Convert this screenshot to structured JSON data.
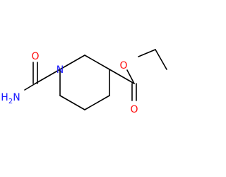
{
  "molecule": {
    "atoms": {
      "ring_nitrogen": "N",
      "amide_oxygen": "O",
      "amide_nitrogen": "H2N",
      "carbonyl_oxygen": "O",
      "ester_oxygen": "O"
    },
    "colors": {
      "bond": "#000000",
      "nitrogen": "#1a1aff",
      "oxygen": "#ff0d0d"
    }
  }
}
